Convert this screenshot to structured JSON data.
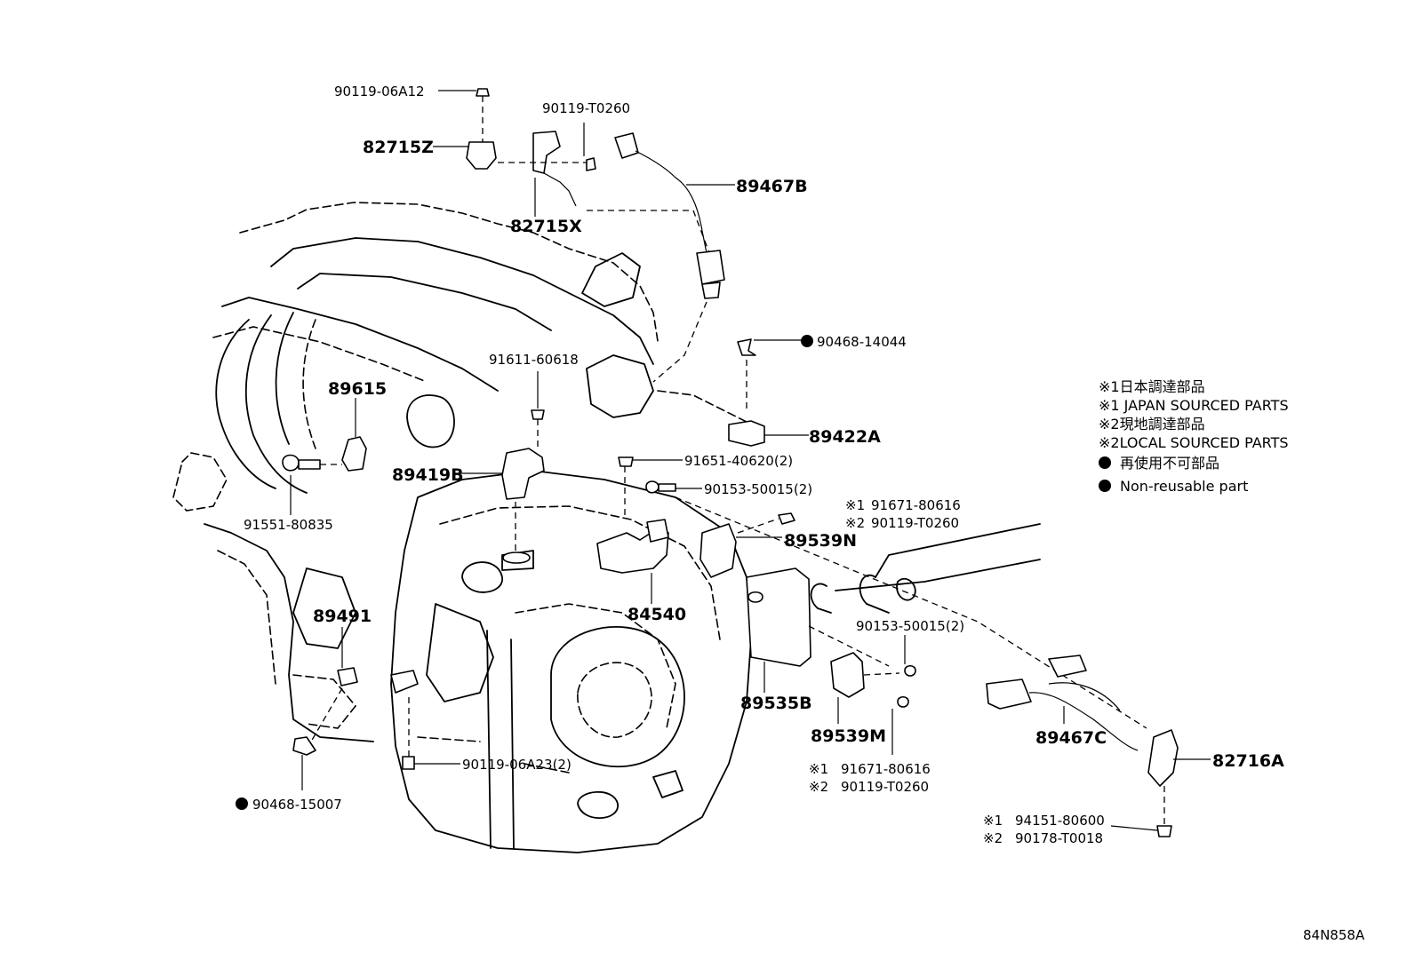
{
  "labels": {
    "p90119_06A12": "90119-06A12",
    "p90119_T0260_top": "90119-T0260",
    "p82715Z": "82715Z",
    "p82715X": "82715X",
    "p89467B": "89467B",
    "p90468_14044": "90468-14044",
    "p91611_60618": "91611-60618",
    "p89615": "89615",
    "p89422A": "89422A",
    "p89419B": "89419B",
    "p91651_40620": "91651-40620(2)",
    "p90153_50015_a": "90153-50015(2)",
    "p91551_80835": "91551-80835",
    "p91671_80616_a": "91671-80616",
    "p90119_T0260_a": "90119-T0260",
    "p89539N": "89539N",
    "p89491": "89491",
    "p84540": "84540",
    "p90153_50015_b": "90153-50015(2)",
    "p89535B": "89535B",
    "p89539M": "89539M",
    "p91671_80616_b": "91671-80616",
    "p90119_T0260_b": "90119-T0260",
    "p89467C": "89467C",
    "p82716A": "82716A",
    "p90119_06A23": "90119-06A23(2)",
    "p90468_15007": "90468-15007",
    "p94151_80600": "94151-80600",
    "p90178_T0018": "90178-T0018",
    "mark1": "※1",
    "mark2": "※2",
    "diagram_code": "84N858A"
  },
  "legend": {
    "l1": "※1日本調達部品",
    "l2": "※1 JAPAN SOURCED PARTS",
    "l3": "※2現地調達部品",
    "l4": "※2LOCAL SOURCED PARTS",
    "l5": "再使用不可部品",
    "l6": "Non-reusable part"
  }
}
